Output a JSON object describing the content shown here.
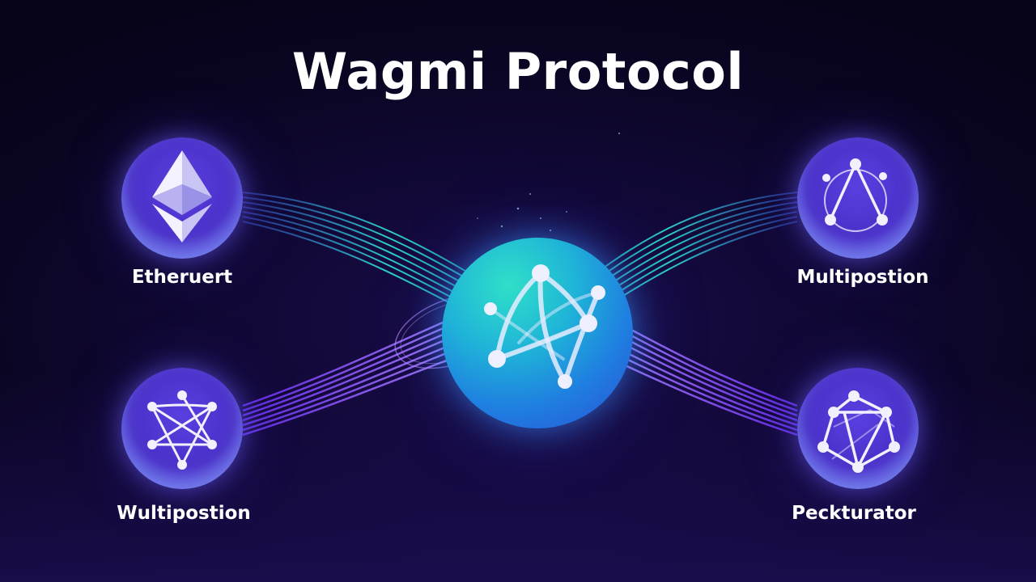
{
  "title": "Wagmi Protocol",
  "hub": {
    "icon": "network-triangle-icon"
  },
  "nodes": [
    {
      "id": "top-left",
      "label": "Etheruert",
      "icon": "ethereum-icon"
    },
    {
      "id": "top-right",
      "label": "Multipostion",
      "icon": "circle-triangle-network-icon"
    },
    {
      "id": "bottom-left",
      "label": "Wultipostion",
      "icon": "star-network-icon"
    },
    {
      "id": "bottom-right",
      "label": "Peckturator",
      "icon": "pentagon-network-icon"
    }
  ],
  "colors": {
    "background": "#0a0522",
    "stream_teal": "#2ee6d6",
    "stream_purple": "#8a4dff",
    "node_fill": "#4a30c8",
    "hub_teal": "#2fe0c8",
    "hub_blue": "#2a4fd8"
  }
}
